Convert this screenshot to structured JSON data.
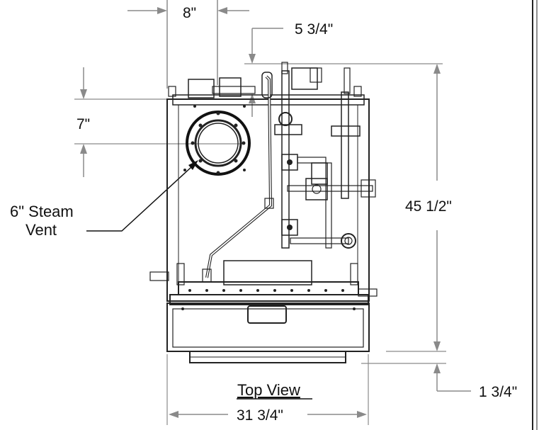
{
  "title": "Top View",
  "dimensions": {
    "width_top": "8\"",
    "offset_top": "5 3/4\"",
    "vent_offset": "7\"",
    "depth": "45 1/2\"",
    "overall_width": "31 3/4\"",
    "bottom_offset": "1 3/4\""
  },
  "callout": {
    "line1": "6\" Steam",
    "line2": "Vent"
  }
}
